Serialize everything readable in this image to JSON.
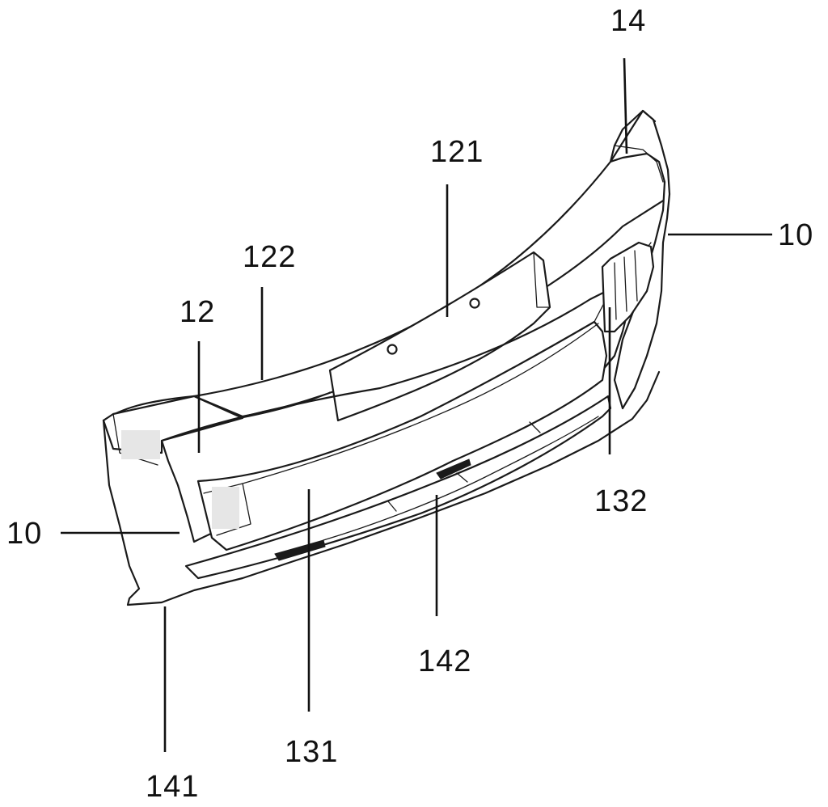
{
  "figure": {
    "reference_numerals": {
      "top_right_14": "14",
      "upper_121": "121",
      "upper_122": "122",
      "upper_12": "12",
      "right_10": "10",
      "left_10": "10",
      "right_132": "132",
      "bottom_142": "142",
      "bottom_131": "131",
      "bottom_141": "141"
    }
  }
}
